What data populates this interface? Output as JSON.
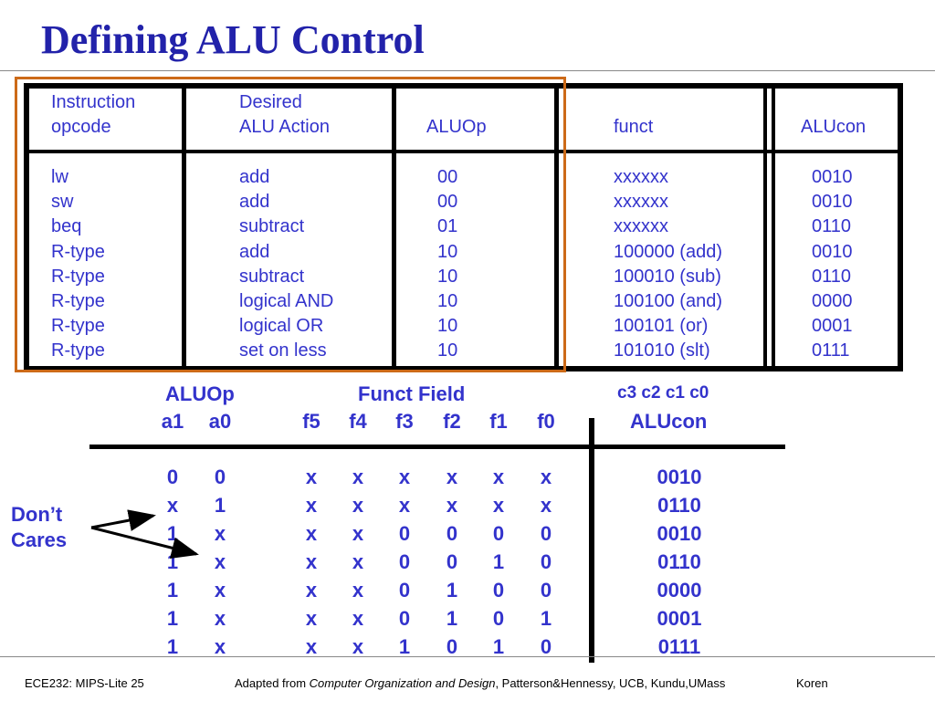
{
  "slide": {
    "title": "Defining ALU Control",
    "footer_left": "ECE232: MIPS-Lite 25",
    "footer_center_prefix": "Adapted from ",
    "footer_center_book": "Computer Organization and Design",
    "footer_center_suffix": ", Patterson&Hennessy, UCB, Kundu,UMass",
    "footer_right": "Koren"
  },
  "top_table": {
    "headers": {
      "opcode": "Instruction\nopcode",
      "action": "Desired\nALU Action",
      "aluop": "ALUOp",
      "funct": "funct",
      "alucon": "ALUcon"
    },
    "columns": {
      "opcode": [
        "lw",
        "sw",
        "beq",
        "R-type",
        "R-type",
        "R-type",
        "R-type",
        "R-type"
      ],
      "action": [
        "add",
        "add",
        "subtract",
        "add",
        "subtract",
        "logical AND",
        "logical OR",
        "set on less"
      ],
      "aluop": [
        "00",
        "00",
        "01",
        "10",
        "10",
        "10",
        "10",
        "10"
      ],
      "funct": [
        "xxxxxx",
        "xxxxxx",
        "xxxxxx",
        "100000 (add)",
        "100010 (sub)",
        "100100 (and)",
        "100101 (or)",
        "101010 (slt)"
      ],
      "alucon": [
        "0010",
        "0010",
        "0110",
        "0010",
        "0110",
        "0000",
        "0001",
        "0111"
      ]
    }
  },
  "truth_table": {
    "aluop_label": "ALUOp",
    "funct_label": "Funct Field",
    "c_label": "c3 c2 c1 c0",
    "col_labels": [
      "a1",
      "a0",
      "f5",
      "f4",
      "f3",
      "f2",
      "f1",
      "f0"
    ],
    "alucon_label": "ALUcon",
    "rows": [
      {
        "v": [
          "0",
          "0",
          "x",
          "x",
          "x",
          "x",
          "x",
          "x"
        ],
        "alucon": "0010"
      },
      {
        "v": [
          "x",
          "1",
          "x",
          "x",
          "x",
          "x",
          "x",
          "x"
        ],
        "alucon": "0110"
      },
      {
        "v": [
          "1",
          "x",
          "x",
          "x",
          "0",
          "0",
          "0",
          "0"
        ],
        "alucon": "0010"
      },
      {
        "v": [
          "1",
          "x",
          "x",
          "x",
          "0",
          "0",
          "1",
          "0"
        ],
        "alucon": "0110"
      },
      {
        "v": [
          "1",
          "x",
          "x",
          "x",
          "0",
          "1",
          "0",
          "0"
        ],
        "alucon": "0000"
      },
      {
        "v": [
          "1",
          "x",
          "x",
          "x",
          "0",
          "1",
          "0",
          "1"
        ],
        "alucon": "0001"
      },
      {
        "v": [
          "1",
          "x",
          "x",
          "x",
          "1",
          "0",
          "1",
          "0"
        ],
        "alucon": "0111"
      }
    ],
    "dont_cares": "Don’t\nCares"
  }
}
